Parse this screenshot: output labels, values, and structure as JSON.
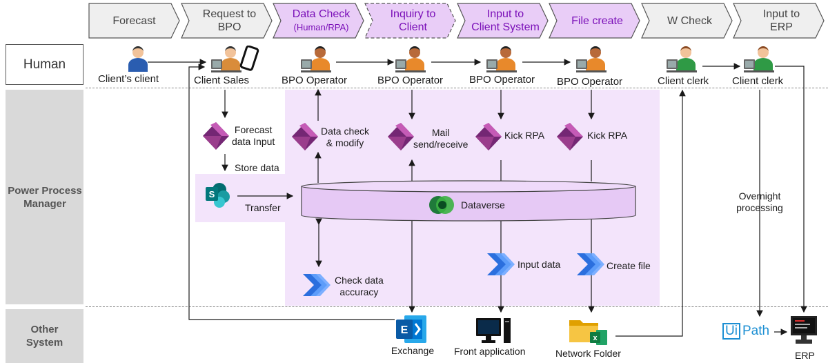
{
  "colors": {
    "chevron_gray": "#efefef",
    "chevron_purple": "#e9cdf7",
    "purple_text": "#7a0fb8",
    "lane_gray": "#d9d9d9",
    "highlight": "#f3e4fb",
    "dataverse_fill": "#e6c9f5",
    "power_apps": "#a23e8f",
    "automate_blue": "#2b6fde",
    "sharepoint": "#1a8a84",
    "exchange": "#0a6cbf",
    "excel": "#1e7145",
    "folder": "#f3b51b"
  },
  "process_steps": [
    {
      "label": "Forecast",
      "sub": "",
      "style": "gray"
    },
    {
      "label": "Request to\nBPO",
      "sub": "",
      "style": "gray"
    },
    {
      "label": "Data Check",
      "sub": "(Human/RPA)",
      "style": "purple"
    },
    {
      "label": "Inquiry to\nClient",
      "sub": "",
      "style": "purple-dashed"
    },
    {
      "label": "Input to\nClient System",
      "sub": "",
      "style": "purple"
    },
    {
      "label": "File create",
      "sub": "",
      "style": "purple"
    },
    {
      "label": "W Check",
      "sub": "",
      "style": "gray"
    },
    {
      "label": "Input to\nERP",
      "sub": "",
      "style": "gray"
    }
  ],
  "lanes": {
    "human": "Human",
    "power_process": "Power Process\nManager",
    "other_system": "Other\nSystem"
  },
  "actors": {
    "client_client": "Client’s client",
    "client_sales": "Client Sales",
    "bpo1": "BPO Operator",
    "bpo2": "BPO Operator",
    "bpo3": "BPO Operator",
    "bpo4": "BPO Operator",
    "clerk1": "Client clerk",
    "clerk2": "Client clerk"
  },
  "apps": {
    "forecast_input": "Forecast\ndata Input",
    "data_check": "Data check\n& modify",
    "mail": "Mail\nsend/receive",
    "kick_rpa_1": "Kick RPA",
    "kick_rpa_2": "Kick RPA"
  },
  "flow_labels": {
    "store_data": "Store data",
    "transfer": "Transfer",
    "dataverse": "Dataverse",
    "overnight": "Overnight\nprocessing",
    "check_accuracy": "Check data\naccuracy",
    "input_data": "Input data",
    "create_file": "Create file"
  },
  "systems": {
    "exchange": "Exchange",
    "front_app": "Front application",
    "network_folder": "Network Folder",
    "erp": "ERP",
    "uipath_ui": "Ui",
    "uipath_path": "Path"
  },
  "icons": {
    "person": "person-at-desk-icon",
    "phone": "smartphone-icon",
    "power_apps": "power-apps-icon",
    "power_automate": "power-automate-icon",
    "sharepoint": "sharepoint-icon",
    "dataverse": "dataverse-icon",
    "exchange": "exchange-icon",
    "computer": "desktop-computer-icon",
    "folder": "folder-icon",
    "excel": "excel-icon",
    "erp": "erp-computer-icon"
  }
}
